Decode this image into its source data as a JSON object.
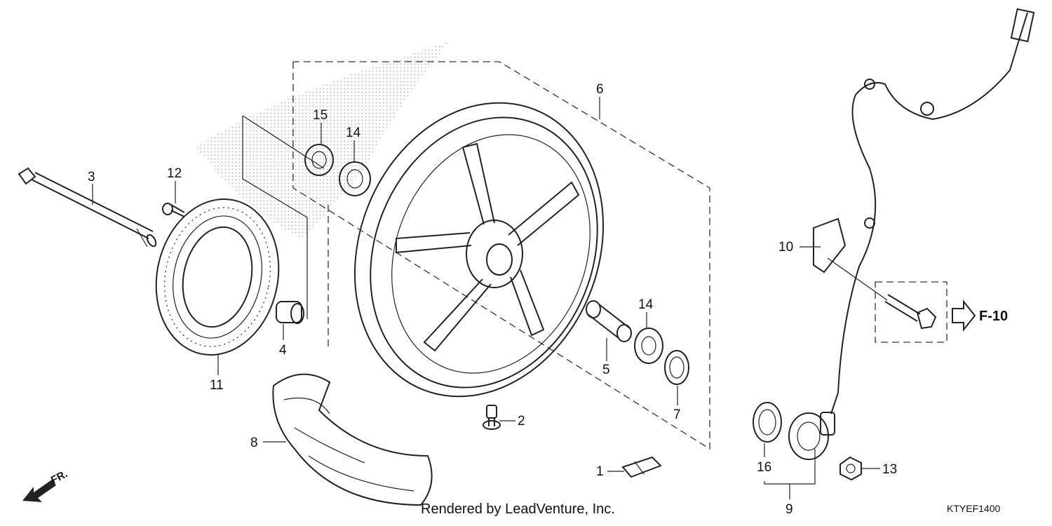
{
  "callouts": [
    {
      "label": "1"
    },
    {
      "label": "2"
    },
    {
      "label": "3"
    },
    {
      "label": "4"
    },
    {
      "label": "5"
    },
    {
      "label": "6"
    },
    {
      "label": "7"
    },
    {
      "label": "8"
    },
    {
      "label": "9"
    },
    {
      "label": "10"
    },
    {
      "label": "11"
    },
    {
      "label": "12"
    },
    {
      "label": "13"
    },
    {
      "label": "14"
    },
    {
      "label": "14"
    },
    {
      "label": "15"
    },
    {
      "label": "16"
    }
  ],
  "reference": {
    "label": "F-10"
  },
  "direction": {
    "label": "FR."
  },
  "credit": "Rendered by LeadVenture, Inc.",
  "diagram_code": "KTYEF1400"
}
